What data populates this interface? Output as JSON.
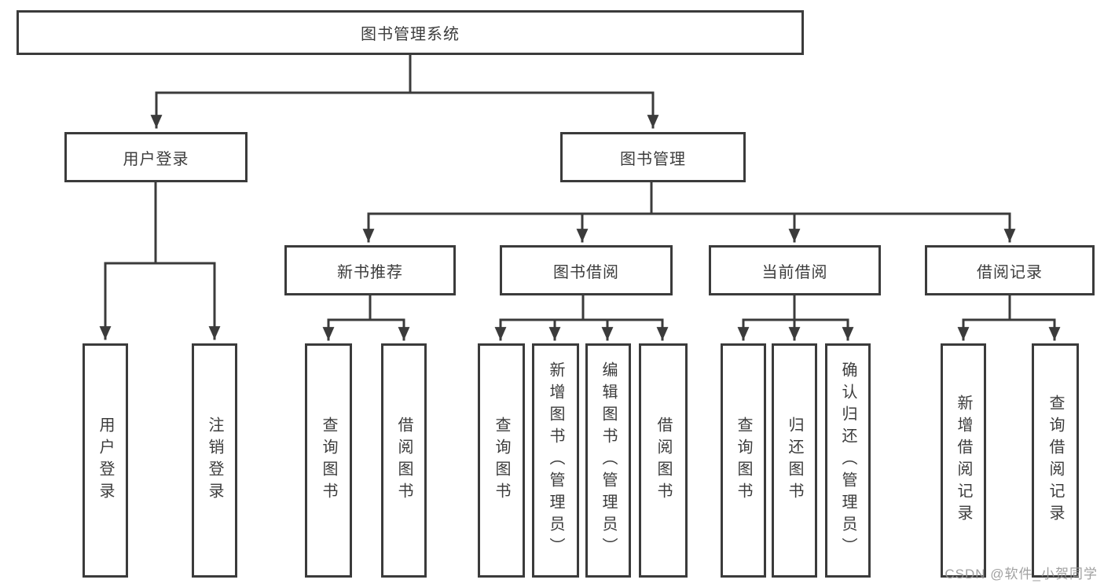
{
  "tree": {
    "label": "图书管理系统",
    "children": [
      {
        "label": "用户登录",
        "children": [
          {
            "label": "用户登录"
          },
          {
            "label": "注销登录"
          }
        ]
      },
      {
        "label": "图书管理",
        "children": [
          {
            "label": "新书推荐",
            "children": [
              {
                "label": "查询图书"
              },
              {
                "label": "借阅图书"
              }
            ]
          },
          {
            "label": "图书借阅",
            "children": [
              {
                "label": "查询图书"
              },
              {
                "label": "新增图书（管理员）"
              },
              {
                "label": "编辑图书（管理员）"
              },
              {
                "label": "借阅图书"
              }
            ]
          },
          {
            "label": "当前借阅",
            "children": [
              {
                "label": "查询图书"
              },
              {
                "label": "归还图书"
              },
              {
                "label": "确认归还（管理员）"
              }
            ]
          },
          {
            "label": "借阅记录",
            "children": [
              {
                "label": "新增借阅记录"
              },
              {
                "label": "查询借阅记录"
              }
            ]
          }
        ]
      }
    ]
  },
  "watermark": "CSDN @软件_小贺同学",
  "colors": {
    "line": "#3b3b3b",
    "text": "#3c3c3c",
    "watermark": "#969696",
    "background": "#ffffff"
  }
}
